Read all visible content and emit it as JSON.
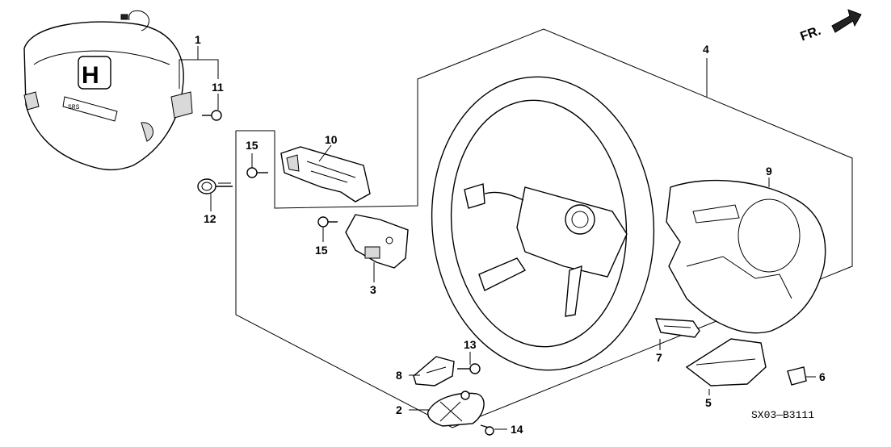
{
  "diagram": {
    "orientation_label": "FR.",
    "figure_code": "SX03—B3111",
    "callouts": [
      {
        "id": "c1",
        "label": "1"
      },
      {
        "id": "c2",
        "label": "2"
      },
      {
        "id": "c3",
        "label": "3"
      },
      {
        "id": "c4",
        "label": "4"
      },
      {
        "id": "c5",
        "label": "5"
      },
      {
        "id": "c6",
        "label": "6"
      },
      {
        "id": "c7",
        "label": "7"
      },
      {
        "id": "c8",
        "label": "8"
      },
      {
        "id": "c9",
        "label": "9"
      },
      {
        "id": "c10",
        "label": "10"
      },
      {
        "id": "c11",
        "label": "11"
      },
      {
        "id": "c12",
        "label": "12"
      },
      {
        "id": "c13",
        "label": "13"
      },
      {
        "id": "c14",
        "label": "14"
      },
      {
        "id": "c15a",
        "label": "15"
      },
      {
        "id": "c15b",
        "label": "15"
      }
    ]
  }
}
